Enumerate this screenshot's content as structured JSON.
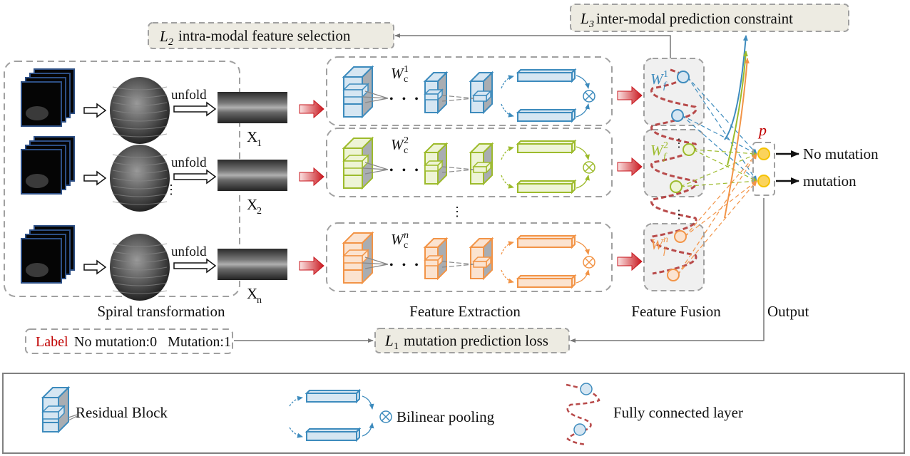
{
  "colors": {
    "modality1": "#3d8bbd",
    "modality1_fill": "#d6e6f2",
    "modality2": "#9dbb2c",
    "modality2_fill": "#eef4d6",
    "modalityn": "#f29447",
    "modalityn_fill": "#fbe3d0",
    "fc_wave": "#b84a4a",
    "output_node": "#f5c200",
    "output_node_fill": "#fbd35c",
    "label_red": "#c00000",
    "loss_box_fill": "#edebe2",
    "dash_gray": "#a0a0a0"
  },
  "losses": {
    "l2": {
      "symbol": "L",
      "sub": "2",
      "text": "intra-modal feature selection"
    },
    "l3": {
      "symbol": "L",
      "sub": "3",
      "text": "inter-modal prediction constraint"
    },
    "l1": {
      "symbol": "L",
      "sub": "1",
      "text": "mutation prediction loss"
    }
  },
  "spiral": {
    "rows": [
      {
        "unfold": "unfold",
        "x": "X",
        "x_sub": "1"
      },
      {
        "unfold": "unfold",
        "x": "X",
        "x_sub": "2"
      },
      {
        "unfold": "unfold",
        "x": "X",
        "x_sub": "n"
      }
    ],
    "ellipsis": "⋮",
    "caption": "Spiral transformation"
  },
  "extraction": {
    "rows": [
      {
        "w": "W",
        "w_sub": "c",
        "w_sup": "1",
        "op": "⊗"
      },
      {
        "w": "W",
        "w_sub": "c",
        "w_sup": "2",
        "op": "⊗"
      },
      {
        "w": "W",
        "w_sub": "c",
        "w_sup": "n",
        "op": "⊗"
      }
    ],
    "dots": "• • •",
    "ellipsis": "⋮",
    "caption": "Feature Extraction"
  },
  "fusion": {
    "rows": [
      {
        "w": "W",
        "w_sub": "f",
        "w_sup": "1"
      },
      {
        "w": "W",
        "w_sub": "f",
        "w_sup": "2"
      },
      {
        "w": "W",
        "w_sub": "f",
        "w_sup": "n"
      }
    ],
    "caption": "Feature Fusion"
  },
  "output": {
    "p_label": "p",
    "classes": [
      "No mutation",
      "mutation"
    ],
    "caption": "Output"
  },
  "label_box": {
    "label": "Label",
    "text": "No mutation:0   Mutation:1"
  },
  "legend": {
    "residual": "Residual Block",
    "bilinear_op": "⊗",
    "bilinear": "Bilinear pooling",
    "fc": "Fully connected layer"
  }
}
